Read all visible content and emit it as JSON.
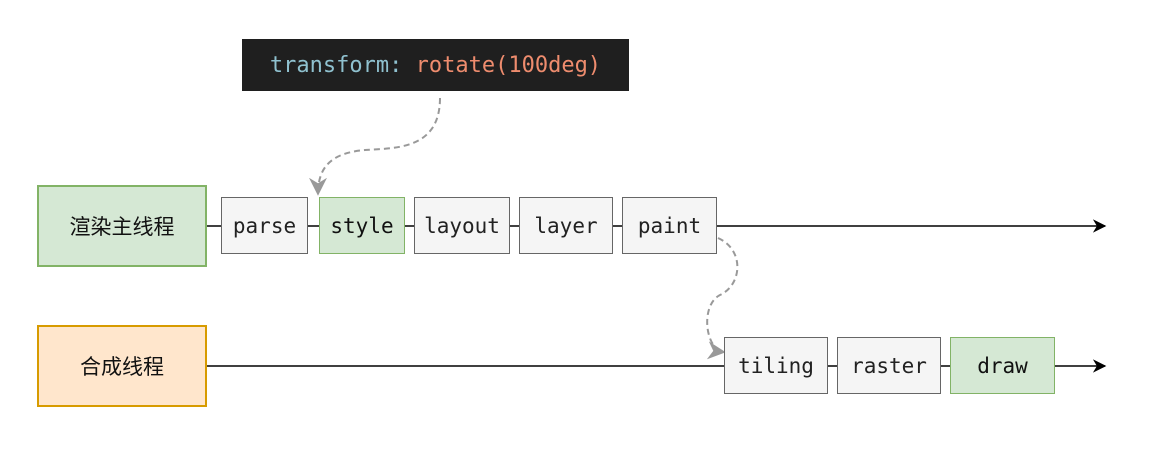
{
  "code": {
    "property": "transform:",
    "value": "rotate(100deg)"
  },
  "threads": {
    "main": "渲染主线程",
    "compositor": "合成线程"
  },
  "main_steps": [
    "parse",
    "style",
    "layout",
    "layer",
    "paint"
  ],
  "compositor_steps": [
    "tiling",
    "raster",
    "draw"
  ],
  "colors": {
    "highlight_fill": "#d5e8d4",
    "highlight_border": "#82b366",
    "compositor_fill": "#ffe6cc",
    "compositor_border": "#d79b00",
    "code_bg": "#1f1f1f",
    "code_property": "#8fc1cf",
    "code_value": "#ee8c6e"
  }
}
